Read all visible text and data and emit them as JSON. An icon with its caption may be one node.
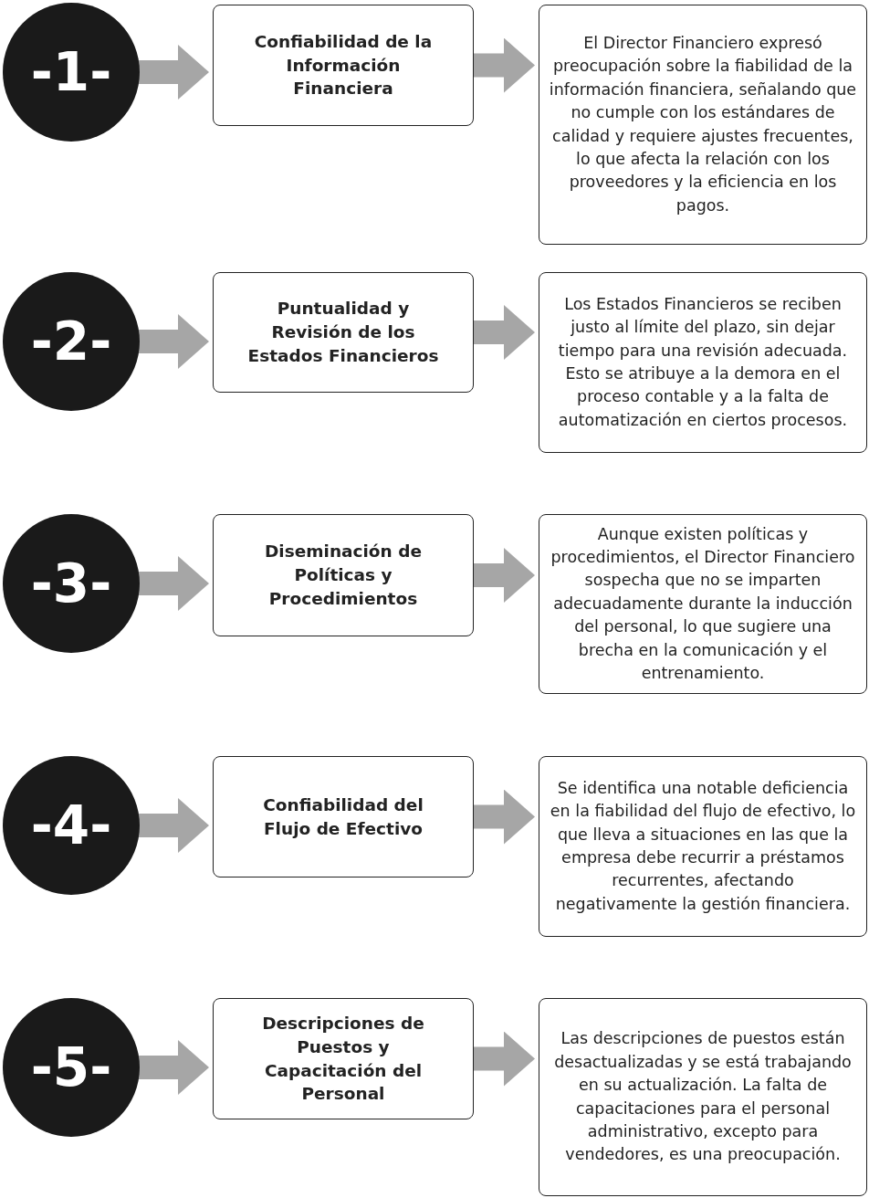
{
  "diagram": {
    "nodes": [
      {
        "text": [
          "-1-"
        ]
      },
      {
        "text": [
          "Confiabilidad de la Información Financiera"
        ]
      },
      {
        "text": [
          "El Director Financiero expresó preocupación sobre la fiabilidad de la información financiera, señalando que no cumple con los estándares de calidad y requiere ajustes frecuentes, lo que afecta la relación con los proveedores y la eficiencia en los pagos."
        ]
      },
      {
        "text": [
          "-2-"
        ]
      },
      {
        "text": [
          "Puntualidad y Revisión de los Estados Financieros"
        ]
      },
      {
        "text": [
          "Los Estados Financieros se reciben justo al límite del plazo, sin dejar tiempo para una revisión adecuada. Esto se atribuye a la demora en el proceso contable y a la falta de automatización en ciertos procesos."
        ]
      },
      {
        "text": [
          "-3-"
        ]
      },
      {
        "text": [
          "Diseminación de Políticas y Procedimientos"
        ]
      },
      {
        "text": [
          "Aunque existen políticas y procedimientos, el Director Financiero sospecha que no se imparten adecuadamente durante la inducción del personal, lo que sugiere una brecha en la comunicación y el entrenamiento."
        ]
      },
      {
        "text": [
          "-4-"
        ]
      },
      {
        "text": [
          "Confiabilidad del Flujo de Efectivo"
        ]
      },
      {
        "text": [
          "Se identifica una notable deficiencia en la fiabilidad del flujo de efectivo, lo que lleva a situaciones en las que la empresa debe recurrir a préstamos recurrentes, afectando negativamente la gestión financiera."
        ]
      },
      {
        "text": [
          "-5-"
        ]
      },
      {
        "text": [
          "Descripciones de Puestos y Capacitación del Personal"
        ]
      },
      {
        "text": [
          "Las descripciones de puestos están desactualizadas y se está trabajando en su actualización. La falta de capacitaciones para el personal administrativo, excepto para vendedores, es una preocupación."
        ]
      }
    ],
    "edges": [
      {
        "from": 0,
        "to": 1,
        "arrow": "to"
      },
      {
        "from": 1,
        "to": 2,
        "arrow": "to"
      },
      {
        "from": 3,
        "to": 4,
        "arrow": "to"
      },
      {
        "from": 4,
        "to": 5,
        "arrow": "to"
      },
      {
        "from": 6,
        "to": 7,
        "arrow": "to"
      },
      {
        "from": 7,
        "to": 8,
        "arrow": "to"
      },
      {
        "from": 9,
        "to": 10,
        "arrow": "to"
      },
      {
        "from": 10,
        "to": 11,
        "arrow": "to"
      },
      {
        "from": 12,
        "to": 13,
        "arrow": "to"
      },
      {
        "from": 13,
        "to": 14,
        "arrow": "to"
      }
    ]
  }
}
